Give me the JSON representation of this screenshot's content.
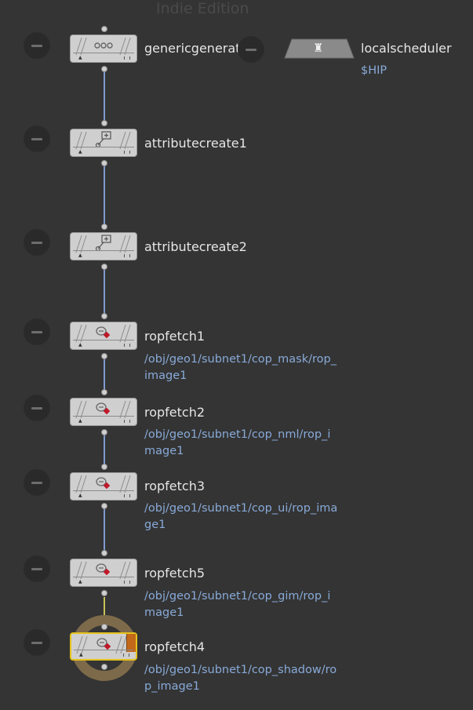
{
  "edition_watermark": "Indie Edition",
  "nodes": [
    {
      "name": "genericgenerator1",
      "sub": ""
    },
    {
      "name": "attributecreate1",
      "sub": ""
    },
    {
      "name": "attributecreate2",
      "sub": ""
    },
    {
      "name": "ropfetch1",
      "sub": "/obj/geo1/subnet1/cop_mask/rop_\nimage1"
    },
    {
      "name": "ropfetch2",
      "sub": "/obj/geo1/subnet1/cop_nml/rop_i\nmage1"
    },
    {
      "name": "ropfetch3",
      "sub": "/obj/geo1/subnet1/cop_ui/rop_ima\nge1"
    },
    {
      "name": "ropfetch5",
      "sub": "/obj/geo1/subnet1/cop_gim/rop_i\nmage1"
    },
    {
      "name": "ropfetch4",
      "sub": "/obj/geo1/subnet1/cop_shadow/ro\np_image1"
    }
  ],
  "scheduler": {
    "name": "localscheduler",
    "sub": "$HIP"
  },
  "icons": {
    "generator": "dots-icon",
    "attribute": "attribute-create-icon",
    "ropfetch": "rop-fetch-icon",
    "scheduler": "scheduler-icon",
    "bypass": "bypass-icon"
  },
  "colors": {
    "background": "#343434",
    "wire": "#7f9bd0",
    "selected_wire": "#c9c45a",
    "selected_outline": "#e5c21b",
    "display_flag": "#c2681a",
    "path_text": "#88aad8"
  }
}
